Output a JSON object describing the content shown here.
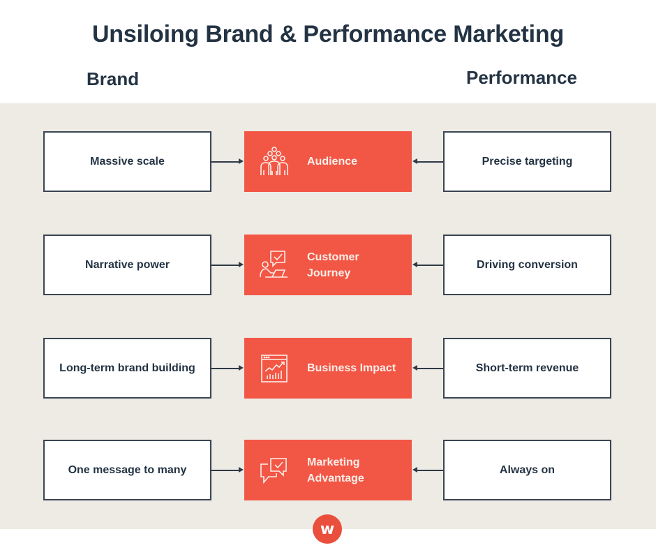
{
  "title": "Unsiloing Brand & Performance Marketing",
  "columns": {
    "left": "Brand",
    "right": "Performance"
  },
  "rows": [
    {
      "left": "Massive scale",
      "center": "Audience",
      "right": "Precise targeting",
      "icon": "audience-icon"
    },
    {
      "left": "Narrative power",
      "center": "Customer Journey",
      "right": "Driving conversion",
      "icon": "customer-journey-icon"
    },
    {
      "left": "Long-term brand building",
      "center": "Business Impact",
      "right": "Short-term revenue",
      "icon": "business-impact-chart-icon"
    },
    {
      "left": "One message to many",
      "center": "Marketing Advantage",
      "right": "Always on",
      "icon": "chat-bubbles-icon"
    }
  ],
  "logo": {
    "letter": "w"
  },
  "colors": {
    "accent": "#f25645",
    "text": "#233343",
    "band": "#eeebe5",
    "border": "#3a4552"
  }
}
